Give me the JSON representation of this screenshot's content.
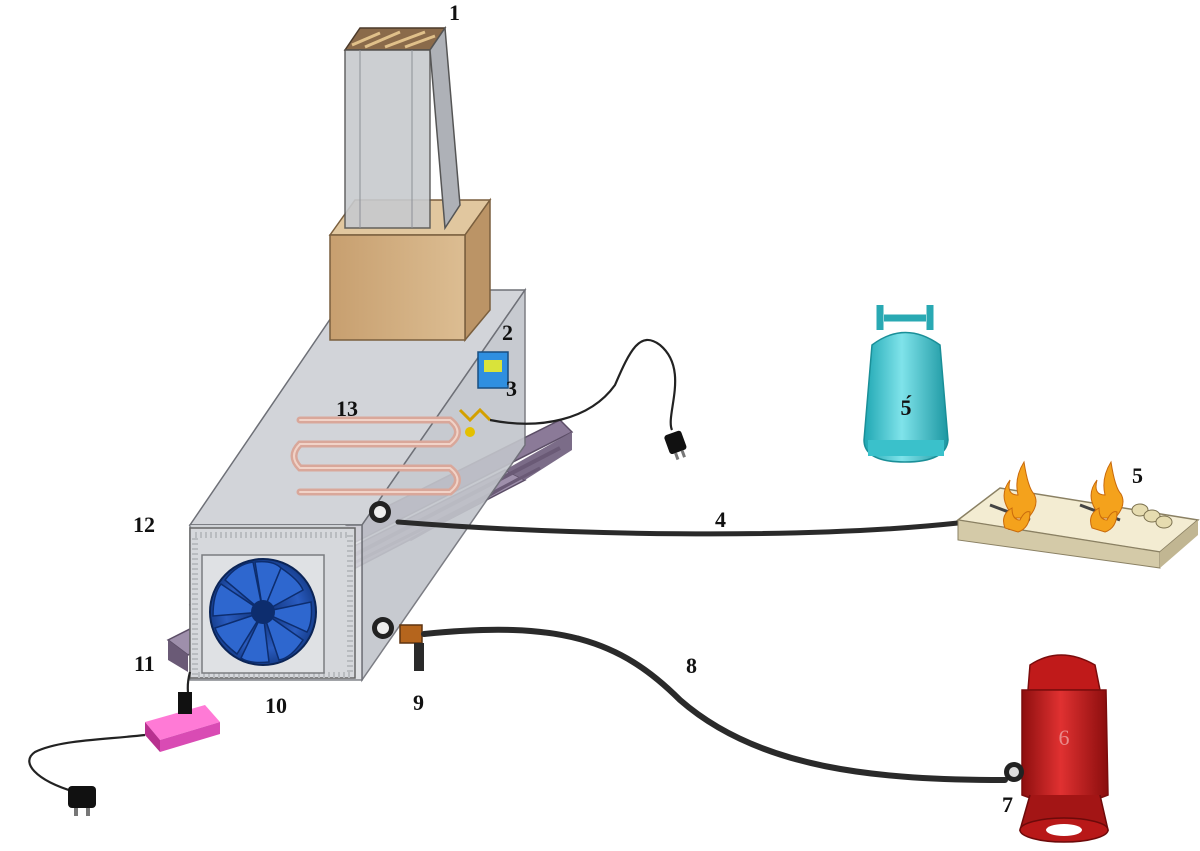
{
  "labels": {
    "l1": "1",
    "l2": "2",
    "l3": "3",
    "l4": "4",
    "l5": "5",
    "l5b": "5́",
    "l6": "6",
    "l7": "7",
    "l8": "8",
    "l9": "9",
    "l10": "10",
    "l11": "11",
    "l12": "12",
    "l13": "13"
  },
  "colors": {
    "chamber_glass": "#c9ccd2",
    "wood": "#c8a57a",
    "frame": "#7a6a86",
    "fan_blue": "#1f4fa8",
    "hose": "#2a2a2a",
    "lpg_cyan": "#3fc6cf",
    "lpg_red": "#c41e1e",
    "switch_pink": "#e844b6",
    "flame": "#f4a21c"
  },
  "icons": [
    "fan-icon",
    "plug-icon",
    "gas-cylinder-icon",
    "flame-icon",
    "pressure-gauge-icon"
  ]
}
